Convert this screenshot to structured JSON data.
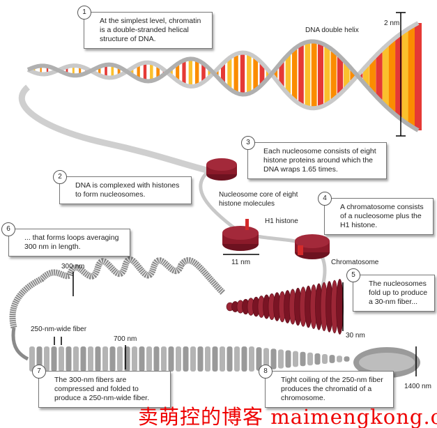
{
  "callouts": [
    {
      "n": "1",
      "text": "At the simplest level, chromatin is a double-stranded helical structure of DNA."
    },
    {
      "n": "2",
      "text": "DNA is complexed with histones to form nucleosomes."
    },
    {
      "n": "3",
      "text": "Each nucleosome consists of eight histone proteins around which the DNA wraps 1.65 times."
    },
    {
      "n": "4",
      "text": "A chromatosome consists of a nucleosome plus the H1 histone."
    },
    {
      "n": "5",
      "text": "The nucleosomes fold up to produce a 30-nm fiber..."
    },
    {
      "n": "6",
      "text": "... that forms loops averaging 300 nm in length."
    },
    {
      "n": "7",
      "text": "The 300-nm fibers are compressed and folded to produce a 250-nm-wide fiber."
    },
    {
      "n": "8",
      "text": "Tight coiling of the 250-nm fiber produces the chromatid of a chromosome."
    }
  ],
  "labels": {
    "dna_helix": "DNA double helix",
    "two_nm": "2 nm",
    "nucleosome_core": "Nucleosome core of eight histone molecules",
    "h1": "H1 histone",
    "eleven_nm": "11 nm",
    "chromatosome": "Chromatosome",
    "thirty_nm": "30 nm",
    "three_hundred_nm": "300 nm",
    "fiber_250": "250-nm-wide fiber",
    "seven_hundred_nm": "700 nm",
    "fourteen_hundred_nm": "1400 nm"
  },
  "watermark": "卖萌控的博客  maimengkong.com",
  "colors": {
    "histone": "#8b1a2a",
    "h1": "#d42a2a",
    "fiber": "#8a8a8a",
    "watermark": "#e00000"
  }
}
